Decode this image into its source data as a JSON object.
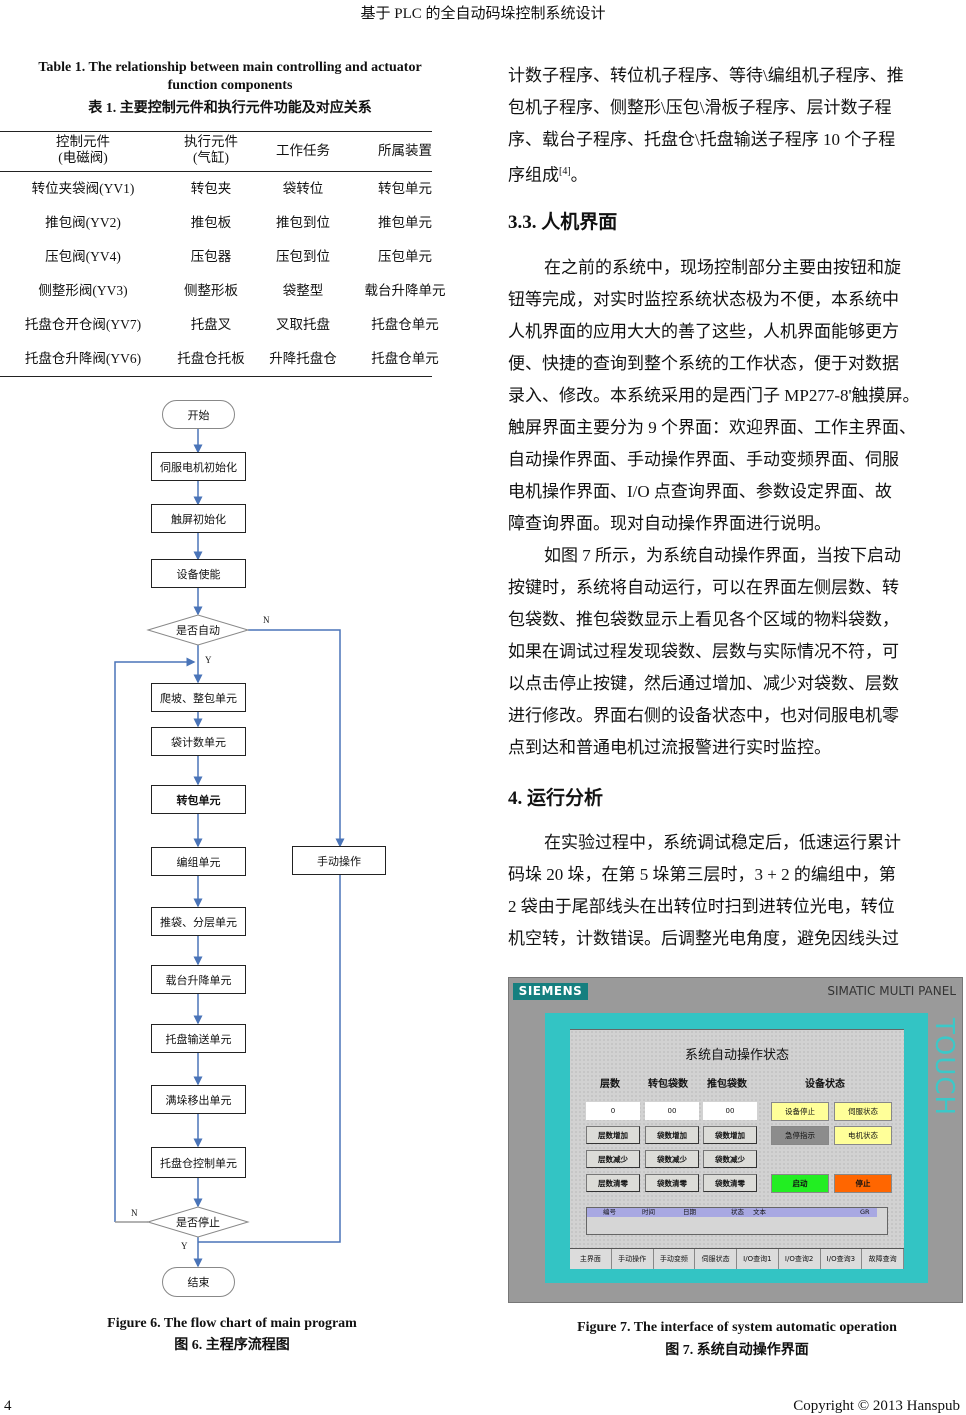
{
  "running_header": "基于 PLC 的全自动码垛控制系统设计",
  "table": {
    "caption_en_1": "Table 1. The relationship between main controlling and actuator",
    "caption_en_2": "function components",
    "caption_zh": "表 1.  主要控制元件和执行元件功能及对应关系",
    "headers": [
      {
        "l1": "控制元件",
        "l2": "(电磁阀)"
      },
      {
        "l1": "执行元件",
        "l2": "(气缸)"
      },
      {
        "l1": "工作任务",
        "l2": ""
      },
      {
        "l1": "所属装置",
        "l2": ""
      }
    ],
    "rows": [
      [
        "转位夹袋阀(YV1)",
        "转包夹",
        "袋转位",
        "转包单元"
      ],
      [
        "推包阀(YV2)",
        "推包板",
        "推包到位",
        "推包单元"
      ],
      [
        "压包阀(YV4)",
        "压包器",
        "压包到位",
        "压包单元"
      ],
      [
        "侧整形阀(YV3)",
        "侧整形板",
        "袋整型",
        "载台升降单元"
      ],
      [
        "托盘仓开仓阀(YV7)",
        "托盘叉",
        "叉取托盘",
        "托盘仓单元"
      ],
      [
        "托盘仓升降阀(YV6)",
        "托盘仓托板",
        "升降托盘仓",
        "托盘仓单元"
      ]
    ]
  },
  "flowchart": {
    "start": "开始",
    "steps": [
      "伺服电机初始化",
      "触屏初始化",
      "设备使能"
    ],
    "decision_auto": "是否自动",
    "units": [
      "爬坡、整包单元",
      "袋计数单元",
      "转包单元",
      "编组单元",
      "推袋、分层单元",
      "载台升降单元",
      "托盘输送单元",
      "满垛移出单元",
      "托盘仓控制单元"
    ],
    "manual": "手动操作",
    "decision_stop": "是否停止",
    "end": "结束",
    "yes": "Y",
    "no": "N"
  },
  "figure6": {
    "caption_en": "Figure 6. The flow chart of main program",
    "caption_zh": "图 6.  主程序流程图"
  },
  "body": {
    "p1": [
      "计数子程序、转位机子程序、等待\\编组机子程序、推",
      "包机子程序、侧整形\\压包\\滑板子程序、层计数子程",
      "序、载台子程序、托盘仓\\托盘输送子程序 10 个子程"
    ],
    "p1_last": "序组成",
    "p1_ref": "[4]",
    "p1_end": "。",
    "h33": "3.3.  人机界面",
    "p2": [
      "在之前的系统中，现场控制部分主要由按钮和旋",
      "钮等完成，对实时监控系统状态极为不便，本系统中",
      "人机界面的应用大大的善了这些，人机界面能够更方",
      "便、快捷的查询到整个系统的工作状态，便于对数据",
      "录入、修改。本系统采用的是西门子 MP277-8'触摸屏。",
      "触屏界面主要分为 9 个界面：欢迎界面、工作主界面、",
      "自动操作界面、手动操作界面、手动变频界面、伺服",
      "电机操作界面、I/O  点查询界面、参数设定界面、故",
      "障查询界面。现对自动操作界面进行说明。"
    ],
    "p3": [
      "如图 7 所示，为系统自动操作界面，当按下启动",
      "按键时，系统将自动运行，可以在界面左侧层数、转",
      "包袋数、推包袋数显示上看见各个区域的物料袋数，",
      "如果在调试过程发现袋数、层数与实际情况不符，可",
      "以点击停止按键，然后通过增加、减少对袋数、层数",
      "进行修改。界面右侧的设备状态中，也对伺服电机零",
      "点到达和普通电机过流报警进行实时监控。"
    ],
    "h4": "4.  运行分析",
    "p4": [
      "在实验过程中，系统调试稳定后，低速运行累计",
      "码垛 20 垛，在第 5 垛第三层时，3 + 2 的编组中，第",
      "2  袋由于尾部线头在出转位时扫到进转位光电，转位",
      "机空转，计数错误。后调整光电角度，避免因线头过"
    ]
  },
  "hmi": {
    "logo": "SIEMENS",
    "brand": "SIMATIC MULTI PANEL",
    "touch": "TOUCH",
    "title": "系统自动操作状态",
    "columns": [
      "层数",
      "转包袋数",
      "推包袋数",
      "设备状态"
    ],
    "values": [
      "0",
      "00",
      "00"
    ],
    "buttons": [
      [
        "层数增加",
        "袋数增加",
        "袋数增加"
      ],
      [
        "层数减少",
        "袋数减少",
        "袋数减少"
      ],
      [
        "层数清零",
        "袋数清零",
        "袋数清零"
      ]
    ],
    "status": [
      "设备停止",
      "伺服状态",
      "急停指示",
      "电机状态"
    ],
    "start": "启动",
    "stop": "停止",
    "alarm_headers": [
      "编号",
      "时间",
      "日期",
      "状态",
      "文本",
      "GR"
    ],
    "nav": [
      "主界面",
      "手动操作",
      "手动变频",
      "伺服状态",
      "I/O查询1",
      "I/O查询2",
      "I/O查询3",
      "故障查询"
    ],
    "colors": {
      "yellow": "#ffff99",
      "gray": "#8c8c8c",
      "green": "#22ee22",
      "orange": "#ff6600",
      "teal": "#33c4c4"
    }
  },
  "figure7": {
    "caption_en": "Figure 7. The interface of system automatic operation",
    "caption_zh": "图 7.  系统自动操作界面"
  },
  "footer": {
    "page": "4",
    "copyright": "Copyright © 2013 Hanspub"
  }
}
